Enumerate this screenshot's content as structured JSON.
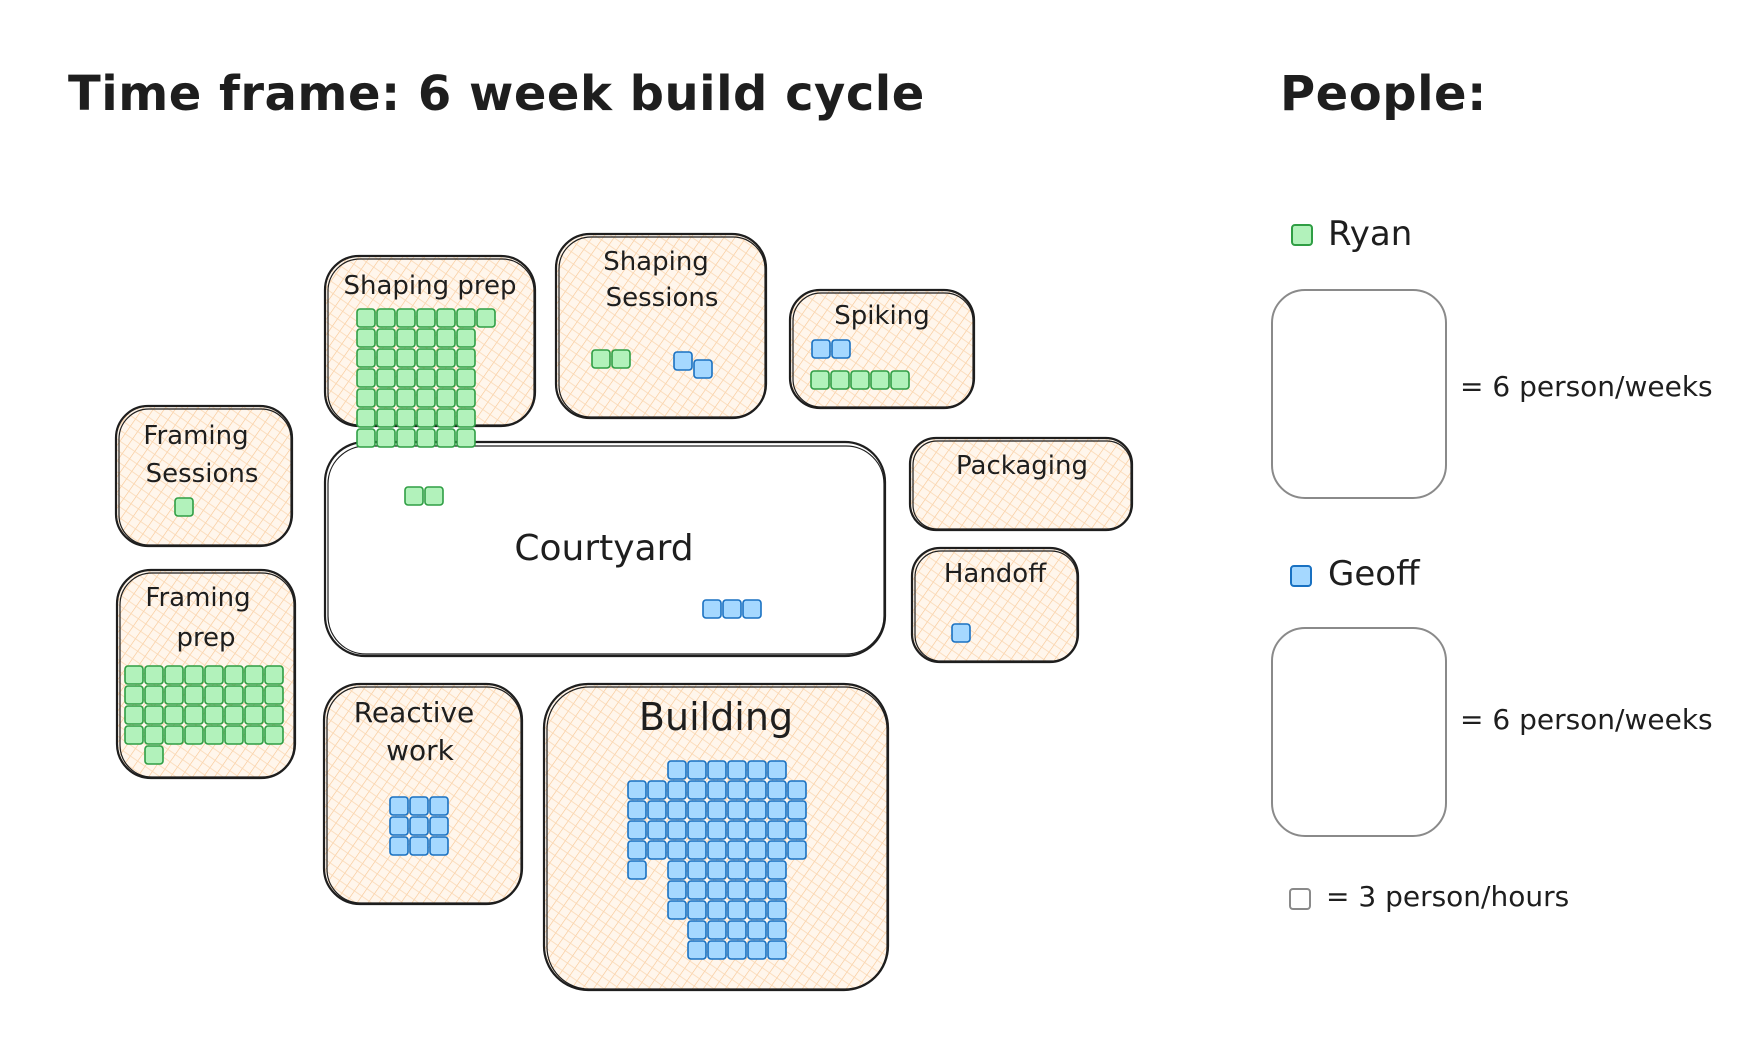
{
  "header": {
    "title": "Time frame:  6 week build cycle",
    "people_title": "People:"
  },
  "colors": {
    "ryan_fill": "#b2f2bb",
    "ryan_stroke": "#2f9e44",
    "geoff_fill": "#a5d8ff",
    "geoff_stroke": "#1971c2",
    "hatch": "#f8c48f",
    "box_fill": "#fff6ec"
  },
  "areas": {
    "shaping_prep": {
      "label": "Shaping prep",
      "ryan_units": 43,
      "geoff_units": 0
    },
    "shaping_sessions": {
      "label_lines": [
        "Shaping",
        "Sessions"
      ],
      "ryan_units": 2,
      "geoff_units": 2
    },
    "spiking": {
      "label": "Spiking",
      "ryan_units": 5,
      "geoff_units": 2
    },
    "framing_sessions": {
      "label_lines": [
        "Framing",
        "Sessions"
      ],
      "ryan_units": 1,
      "geoff_units": 0
    },
    "framing_prep": {
      "label_lines": [
        "Framing",
        "prep"
      ],
      "ryan_units": 33,
      "geoff_units": 0
    },
    "courtyard": {
      "label": "Courtyard",
      "ryan_units": 2,
      "geoff_units": 3
    },
    "packaging": {
      "label": "Packaging",
      "ryan_units": 0,
      "geoff_units": 0
    },
    "handoff": {
      "label": "Handoff",
      "ryan_units": 0,
      "geoff_units": 1
    },
    "reactive_work": {
      "label_lines": [
        "Reactive",
        "work"
      ],
      "ryan_units": 0,
      "geoff_units": 9
    },
    "building": {
      "label": "Building",
      "ryan_units": 0,
      "geoff_units": 71
    }
  },
  "legend": {
    "ryan": {
      "name": "Ryan",
      "equals": "= 6 person/weeks"
    },
    "geoff": {
      "name": "Geoff",
      "equals": "= 6 person/weeks"
    },
    "unit": {
      "equals": "= 3 person/hours"
    }
  }
}
